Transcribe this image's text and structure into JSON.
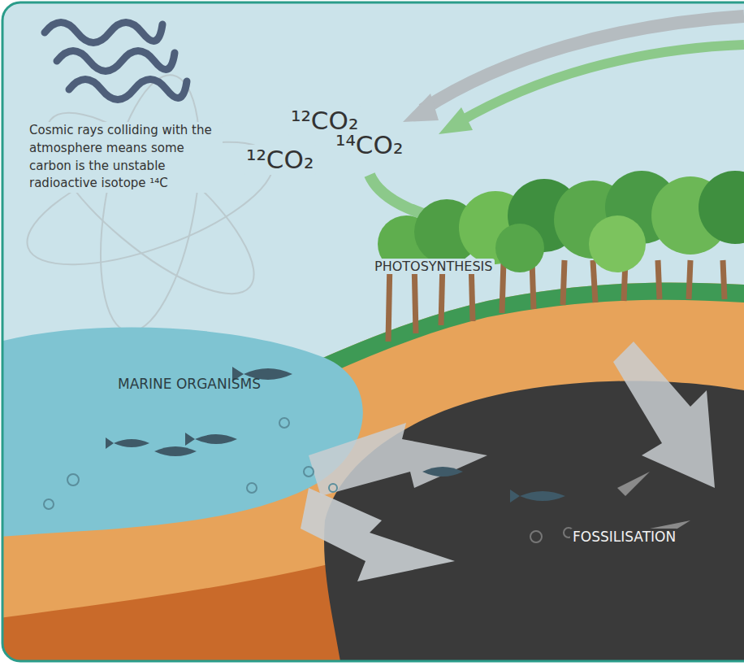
{
  "diagram": {
    "labels": [
      "¹²CO₂",
      "¹²CO₂",
      "¹⁴CO₂",
      "Cosmic rays colliding with the atmosphere means some carbon is the unstable radioactive isotope ¹⁴C",
      "PHOTOSYNTHESIS",
      "MARINE ORGANISMS",
      "FOSSILISATION"
    ]
  }
}
